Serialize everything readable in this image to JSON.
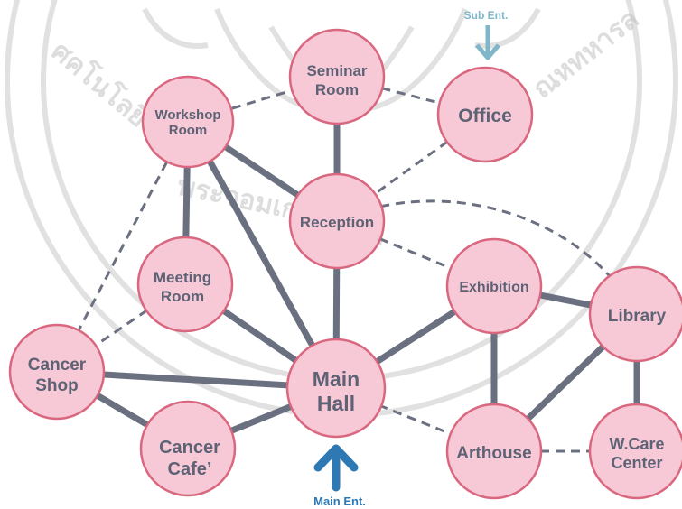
{
  "watermark": {
    "kind": "institutional seal",
    "arc_text_left": "ศคโนโลยี",
    "arc_text_right": "ณหทหารล",
    "arc_text_bottom": "พระจอมเกล้าเจ้าคุ"
  },
  "nodes": {
    "seminar": [
      "Seminar",
      "Room"
    ],
    "office": [
      "Office"
    ],
    "workshop": [
      "Workshop",
      "Room"
    ],
    "reception": [
      "Reception"
    ],
    "meeting": [
      "Meeting",
      "Room"
    ],
    "exhibition": [
      "Exhibition"
    ],
    "library": [
      "Library"
    ],
    "cancer_shop": [
      "Cancer",
      "Shop"
    ],
    "main_hall": [
      "Main",
      "Hall"
    ],
    "cancer_cafe": [
      "Cancer",
      "Cafe’"
    ],
    "arthouse": [
      "Arthouse"
    ],
    "wcare": [
      "W.Care",
      "Center"
    ]
  },
  "entrances": {
    "sub": "Sub Ent.",
    "main": "Main Ent."
  },
  "colors": {
    "node_fill": "#f7c9d6",
    "node_stroke": "#d9677f",
    "edge": "#6b7080",
    "label": "#5e6275",
    "sub_entrance": "#7fb6c9",
    "main_entrance": "#2e78b4"
  }
}
